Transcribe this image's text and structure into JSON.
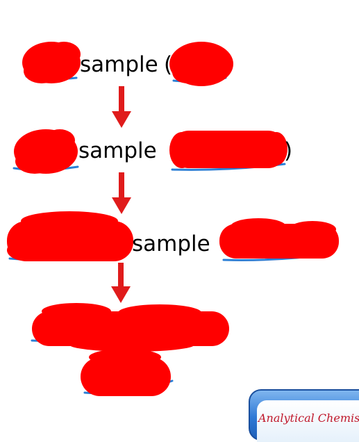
{
  "steps": [
    {
      "label": "sample"
    },
    {
      "label": "sample"
    },
    {
      "label": "sample"
    }
  ],
  "footer": {
    "badge_text": "Analytical Chemistry"
  },
  "colors": {
    "arrow": "#e01b1b",
    "redaction": "#ff0000",
    "underline": "#2a7fd6"
  }
}
